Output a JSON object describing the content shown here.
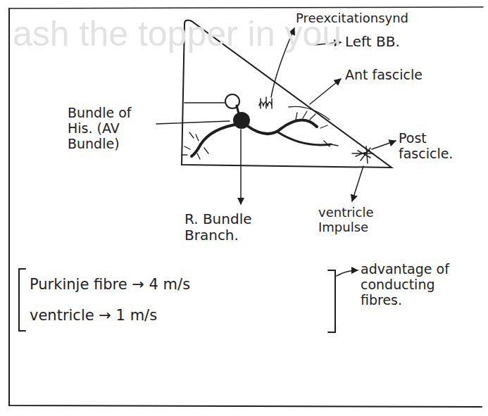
{
  "diagram": {
    "labels": [
      "ash the topper in you",
      "Preexcitationsynd",
      "Left BB.",
      "Bundle of His. (AV Bundle)",
      "Ant fascicle",
      "Post fascicle.",
      "ventricle Impulse",
      "R. Bundle Branch.",
      "Purkinje fibre → 4 m/s",
      "ventricle → 1 m/s",
      "advantage of conducting fibres."
    ]
  }
}
